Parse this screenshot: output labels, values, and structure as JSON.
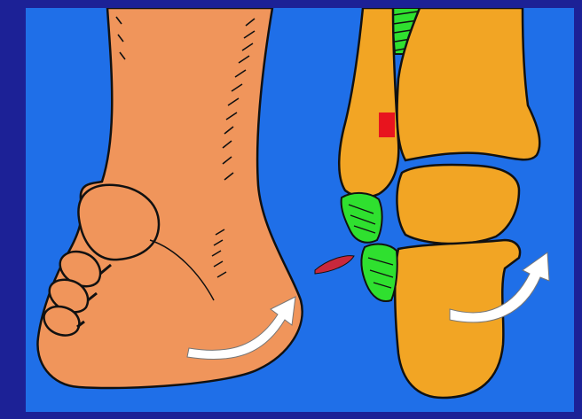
{
  "colors": {
    "frame": "#1c2196",
    "panel_background": "#1f6fe8",
    "skin": "#f0955b",
    "bone": "#f2a524",
    "ligament": "#2fe02f",
    "ligament_tear": "#c8283c",
    "fracture_marker": "#e8141e",
    "arrow": "#ffffff",
    "outline": "#111111"
  },
  "illustration": {
    "left_figure": "foot-and-lower-leg",
    "right_figure": "ankle-bones-posterior-view",
    "arrows": [
      "heel-inversion-arrow",
      "calcaneus-inversion-arrow"
    ]
  }
}
